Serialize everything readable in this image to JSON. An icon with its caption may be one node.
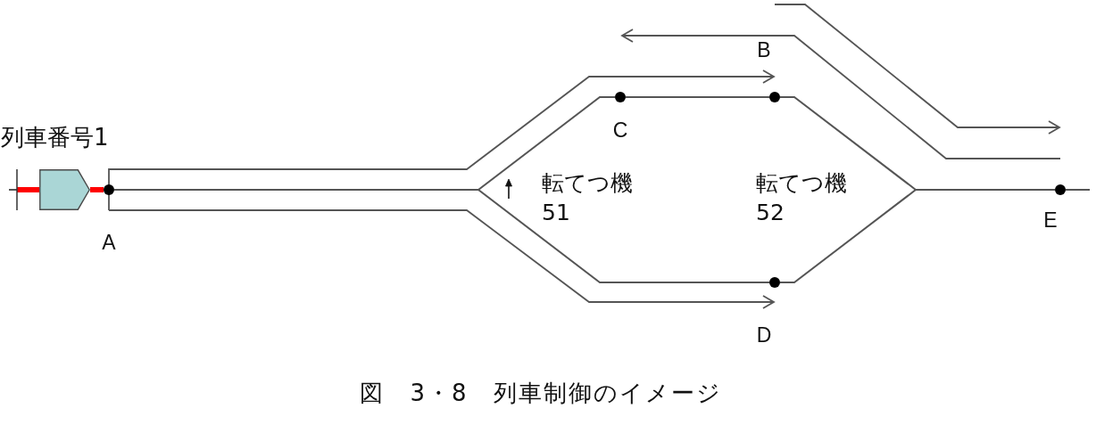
{
  "diagram": {
    "caption": "図　3・8　列車制御のイメージ",
    "nodes": [
      {
        "text": [],
        "shape": "pentagon",
        "beside": [
          "列車番号1"
        ]
      },
      {
        "text": [],
        "shape": "circle",
        "beside": [
          "A"
        ]
      },
      {
        "text": [],
        "shape": "circle",
        "beside": [
          "C"
        ]
      },
      {
        "text": [],
        "shape": "circle",
        "beside": [
          "B"
        ]
      },
      {
        "text": [],
        "shape": "circle",
        "beside": [
          "D"
        ]
      },
      {
        "text": [],
        "shape": "circle",
        "beside": [
          "E"
        ]
      }
    ],
    "edges": [
      {
        "from": 0,
        "to": 1,
        "arrow": "none",
        "style": "thick",
        "color": "#ff0000"
      },
      {
        "from": 1,
        "to": 2,
        "arrow": "none"
      },
      {
        "from": 1,
        "to": 4,
        "arrow": "none"
      },
      {
        "from": 2,
        "to": 3,
        "arrow": "none"
      },
      {
        "from": 3,
        "to": 5,
        "arrow": "none"
      },
      {
        "from": 4,
        "to": 5,
        "arrow": "none"
      }
    ],
    "labels": [
      "転てつ機51",
      "転てつ機52"
    ]
  }
}
